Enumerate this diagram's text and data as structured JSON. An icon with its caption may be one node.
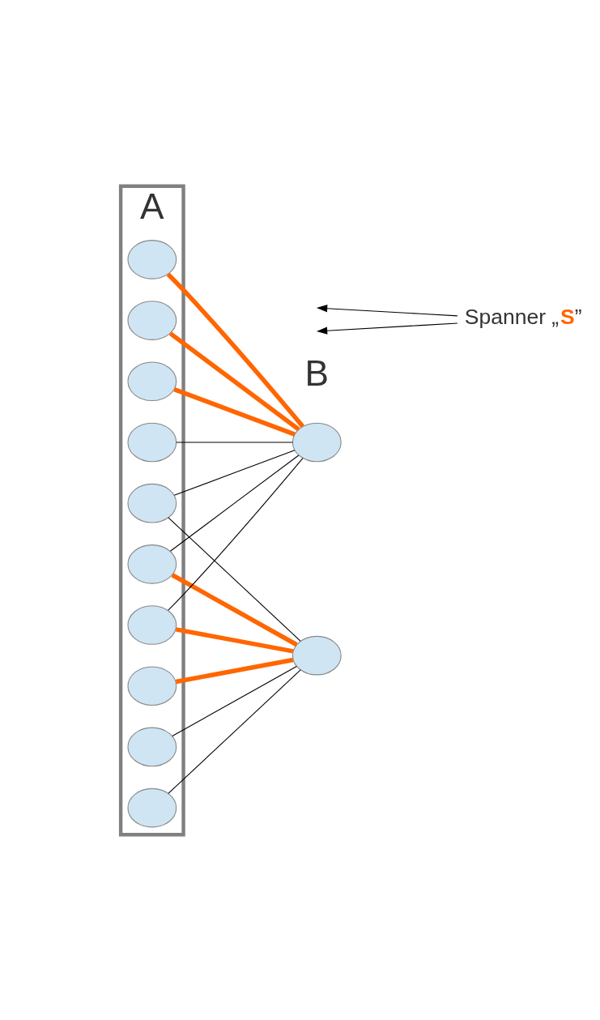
{
  "diagram": {
    "nodes": [
      {
        "text": [
          "A"
        ]
      },
      {
        "text": [],
        "shape": "ellipse",
        "in": 0
      },
      {
        "text": [],
        "shape": "ellipse",
        "in": 0
      },
      {
        "text": [],
        "shape": "ellipse",
        "in": 0
      },
      {
        "text": [],
        "shape": "ellipse",
        "in": 0
      },
      {
        "text": [],
        "shape": "ellipse",
        "in": 0
      },
      {
        "text": [],
        "shape": "ellipse",
        "in": 0
      },
      {
        "text": [],
        "shape": "ellipse",
        "in": 0
      },
      {
        "text": [],
        "shape": "ellipse",
        "in": 0
      },
      {
        "text": [],
        "shape": "ellipse",
        "in": 0
      },
      {
        "text": [],
        "shape": "ellipse",
        "in": 0
      },
      {
        "text": [],
        "shape": "ellipse"
      },
      {
        "text": [],
        "shape": "ellipse"
      },
      {
        "text": [
          "Spanner „**S**”"
        ]
      }
    ],
    "edges": [
      {
        "from": 1,
        "to": 11,
        "arrow": "none",
        "style": "thick",
        "color": "#ff6600"
      },
      {
        "from": 2,
        "to": 11,
        "arrow": "none",
        "style": "thick",
        "color": "#ff6600"
      },
      {
        "from": 3,
        "to": 11,
        "arrow": "none",
        "style": "thick",
        "color": "#ff6600"
      },
      {
        "from": 4,
        "to": 11,
        "arrow": "none"
      },
      {
        "from": 5,
        "to": 11,
        "arrow": "none"
      },
      {
        "from": 6,
        "to": 11,
        "arrow": "none"
      },
      {
        "from": 7,
        "to": 11,
        "arrow": "none"
      },
      {
        "from": 5,
        "to": 12,
        "arrow": "none"
      },
      {
        "from": 6,
        "to": 12,
        "arrow": "none",
        "style": "thick",
        "color": "#ff6600"
      },
      {
        "from": 7,
        "to": 12,
        "arrow": "none",
        "style": "thick",
        "color": "#ff6600"
      },
      {
        "from": 8,
        "to": 12,
        "arrow": "none",
        "style": "thick",
        "color": "#ff6600"
      },
      {
        "from": 9,
        "to": 12,
        "arrow": "none"
      },
      {
        "from": 10,
        "to": 12,
        "arrow": "none"
      },
      {
        "from": 13,
        "to": null,
        "arrow": "to"
      },
      {
        "from": 13,
        "to": null,
        "arrow": "to"
      }
    ],
    "labels": [
      "B"
    ]
  }
}
